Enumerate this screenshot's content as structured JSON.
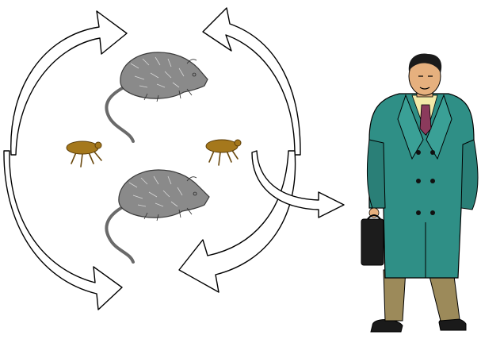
{
  "title": "",
  "elements": [
    {
      "name": "cycle-arrow-top-left",
      "icon": "curved-arrow"
    },
    {
      "name": "cycle-arrow-top-right",
      "icon": "curved-arrow"
    },
    {
      "name": "cycle-arrow-bottom-left",
      "icon": "curved-arrow"
    },
    {
      "name": "cycle-arrow-bottom-right",
      "icon": "curved-arrow"
    },
    {
      "name": "rat-top",
      "icon": "rat-illustration"
    },
    {
      "name": "rat-bottom",
      "icon": "rat-illustration"
    },
    {
      "name": "flea-left",
      "icon": "flea-illustration"
    },
    {
      "name": "flea-right",
      "icon": "flea-illustration"
    },
    {
      "name": "transmission-arrow",
      "icon": "curved-arrow"
    },
    {
      "name": "man-in-coat",
      "icon": "person-illustration"
    }
  ],
  "colors": {
    "outline": "#000000",
    "arrow_fill": "#ffffff",
    "rat_fur": "#8a8a8a",
    "flea": "#a5781c",
    "coat": "#2f8f86",
    "trousers": "#9c8a5a",
    "shirt": "#f3e9a8",
    "tie": "#8b3a5c",
    "briefcase": "#1c1c1c",
    "skin": "#e6b07e"
  }
}
